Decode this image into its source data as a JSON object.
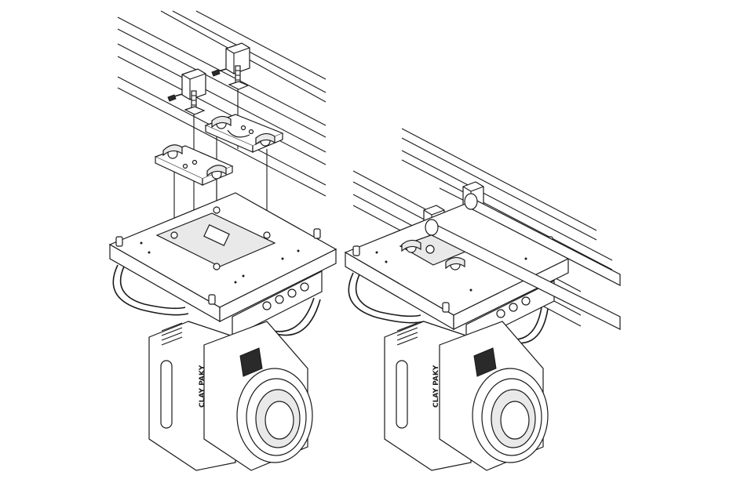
{
  "caption_fragment": "",
  "brand_text_left": "CLAY PAKY",
  "brand_text_right": "CLAY PAKY",
  "icons": [
    "omega-bracket",
    "truss-clamp",
    "moving-head-fixture"
  ]
}
